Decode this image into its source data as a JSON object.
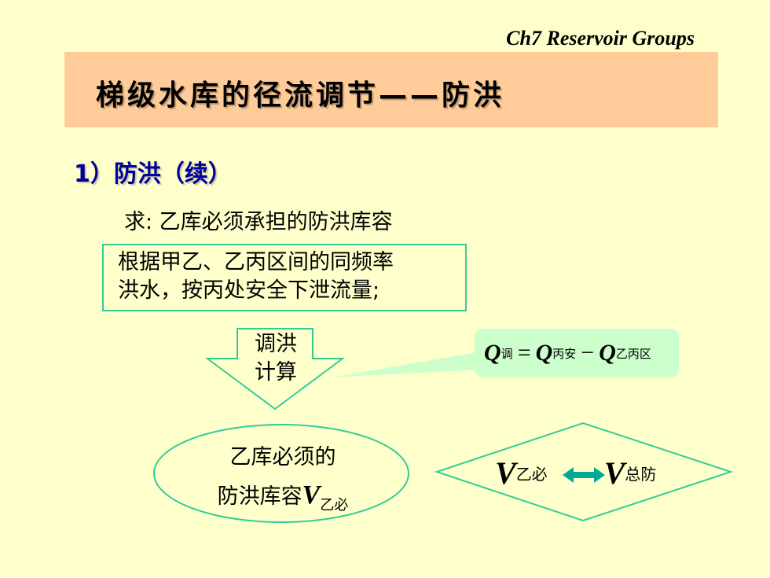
{
  "header": {
    "chapter": "Ch7 Reservoir Groups",
    "title": "梯级水库的径流调节——防洪"
  },
  "section": {
    "heading": "1）防洪（续）"
  },
  "content": {
    "question": "求: 乙库必须承担的防洪库容",
    "box_line1": "根据甲乙、乙丙区间的同频率",
    "box_line2": "洪水，按丙处安全下泄流量;",
    "arrow_line1": "调洪",
    "arrow_line2": "计算"
  },
  "formula": {
    "symbol": "Q",
    "sub_left": "调",
    "equals": "=",
    "sub_mid": "丙安",
    "minus": "−",
    "sub_right": "乙丙区"
  },
  "ellipse": {
    "line1": "乙库必须的",
    "line2": "防洪库容",
    "var": "V",
    "var_sub": "乙必"
  },
  "diamond": {
    "left_var": "V",
    "left_sub": "乙必",
    "right_var": "V",
    "right_sub": "总防"
  },
  "colors": {
    "background": "#ffffcc",
    "title_bar": "#ffcc99",
    "section_heading": "#000099",
    "box_border": "#33cc99",
    "formula_bg": "#ccffcc",
    "double_arrow": "#00aa99"
  }
}
